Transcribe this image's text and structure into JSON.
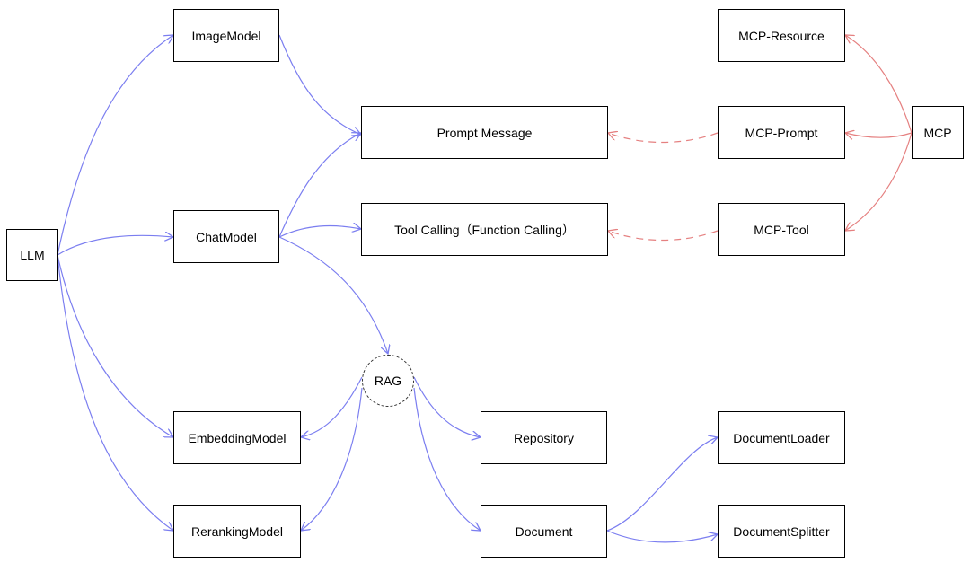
{
  "colors": {
    "blue_edge": "#7b7ef0",
    "red_edge": "#e58080",
    "node_border": "#000000",
    "background": "#ffffff"
  },
  "nodes": {
    "llm": "LLM",
    "image_model": "ImageModel",
    "chat_model": "ChatModel",
    "embedding_model": "EmbeddingModel",
    "reranking_model": "RerankingModel",
    "prompt_message": "Prompt Message",
    "tool_calling": "Tool Calling（Function Calling）",
    "rag": "RAG",
    "repository": "Repository",
    "document": "Document",
    "document_loader": "DocumentLoader",
    "document_splitter": "DocumentSplitter",
    "mcp_resource": "MCP-Resource",
    "mcp_prompt": "MCP-Prompt",
    "mcp_tool": "MCP-Tool",
    "mcp": "MCP"
  },
  "edges": [
    {
      "from": "llm",
      "to": "image_model",
      "style": "solid",
      "color": "blue"
    },
    {
      "from": "llm",
      "to": "chat_model",
      "style": "solid",
      "color": "blue"
    },
    {
      "from": "llm",
      "to": "embedding_model",
      "style": "solid",
      "color": "blue"
    },
    {
      "from": "llm",
      "to": "reranking_model",
      "style": "solid",
      "color": "blue"
    },
    {
      "from": "image_model",
      "to": "prompt_message",
      "style": "solid",
      "color": "blue"
    },
    {
      "from": "chat_model",
      "to": "prompt_message",
      "style": "solid",
      "color": "blue"
    },
    {
      "from": "chat_model",
      "to": "tool_calling",
      "style": "solid",
      "color": "blue"
    },
    {
      "from": "chat_model",
      "to": "rag",
      "style": "solid",
      "color": "blue"
    },
    {
      "from": "rag",
      "to": "embedding_model",
      "style": "solid",
      "color": "blue"
    },
    {
      "from": "rag",
      "to": "reranking_model",
      "style": "solid",
      "color": "blue"
    },
    {
      "from": "rag",
      "to": "repository",
      "style": "solid",
      "color": "blue"
    },
    {
      "from": "rag",
      "to": "document",
      "style": "solid",
      "color": "blue"
    },
    {
      "from": "document",
      "to": "document_loader",
      "style": "solid",
      "color": "blue"
    },
    {
      "from": "document",
      "to": "document_splitter",
      "style": "solid",
      "color": "blue"
    },
    {
      "from": "mcp",
      "to": "mcp_resource",
      "style": "solid",
      "color": "red"
    },
    {
      "from": "mcp",
      "to": "mcp_prompt",
      "style": "solid",
      "color": "red"
    },
    {
      "from": "mcp",
      "to": "mcp_tool",
      "style": "solid",
      "color": "red"
    },
    {
      "from": "mcp_prompt",
      "to": "prompt_message",
      "style": "dashed",
      "color": "red"
    },
    {
      "from": "mcp_tool",
      "to": "tool_calling",
      "style": "dashed",
      "color": "red"
    }
  ]
}
